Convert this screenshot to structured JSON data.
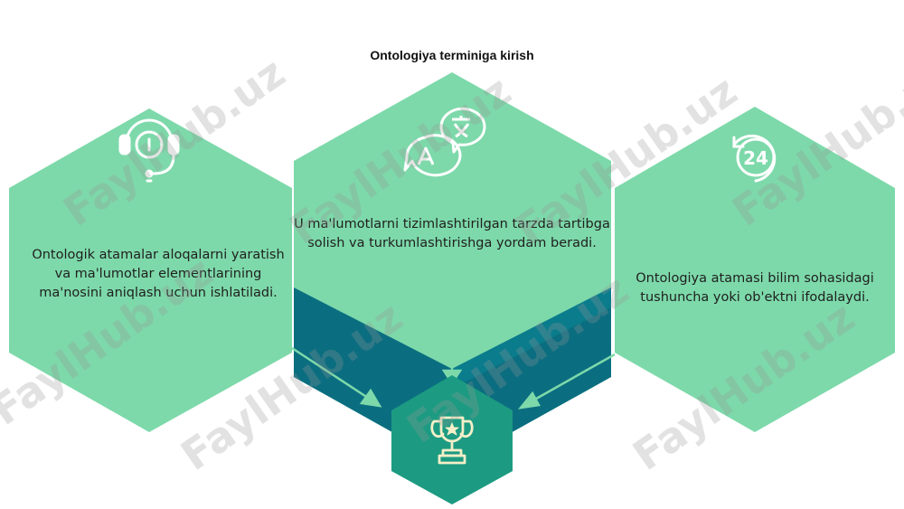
{
  "title": "Ontologiya terminiga kirish",
  "left_card": {
    "text": "Ontologik atamalar aloqalarni yaratish va ma'lumotlar elementlarining ma'nosini aniqlash uchun ishlatiladi.",
    "icon": "headset-info-icon"
  },
  "center_card": {
    "text": "U ma'lumotlarni tizimlashtirilgan tarzda tartibga solish va turkumlashtirishga yordam beradi.",
    "icon": "translate-icon"
  },
  "right_card": {
    "text": "Ontologiya atamasi bilim sohasidagi tushuncha yoki ob'ektni ifodalaydi.",
    "icon": "24-hours-icon",
    "icon_text": "24"
  },
  "goal": {
    "icon": "trophy-icon"
  },
  "watermark": "FaylHub.uz",
  "colors": {
    "hex_fill": "#7dd9aa",
    "dark_teal": "#0b6e80",
    "mid_teal": "#0a7c8c",
    "goal_fill": "#1c9b82",
    "icon_color": "#ffffff",
    "trophy_color": "#f4efc8"
  }
}
